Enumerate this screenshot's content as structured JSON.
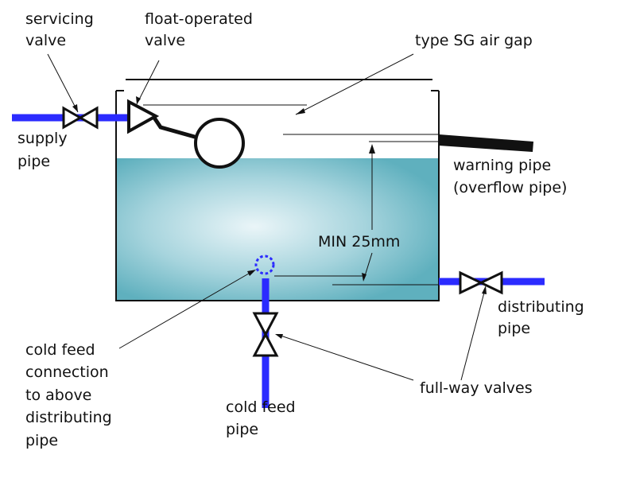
{
  "labels": {
    "servicing_valve": [
      "servicing",
      "valve"
    ],
    "float_operated_valve": [
      "float-operated",
      "valve"
    ],
    "air_gap": "type SG air gap",
    "supply_pipe": [
      "supply",
      "pipe"
    ],
    "warning_pipe": [
      "warning pipe",
      "(overflow pipe)"
    ],
    "min_gap": "MIN 25mm",
    "distributing_pipe": [
      "distributing",
      "pipe"
    ],
    "cold_feed_connection": [
      "cold feed",
      "connection",
      "to above",
      "distributing",
      "pipe"
    ],
    "full_way_valves": "full-way valves",
    "cold_feed_pipe": [
      "cold feed",
      "pipe"
    ]
  },
  "colors": {
    "pipe": "#2b2bff",
    "water_light": "#eaf5f8",
    "water_dark": "#5fb0be",
    "outline": "#111111",
    "connection": "#2b2bff"
  }
}
